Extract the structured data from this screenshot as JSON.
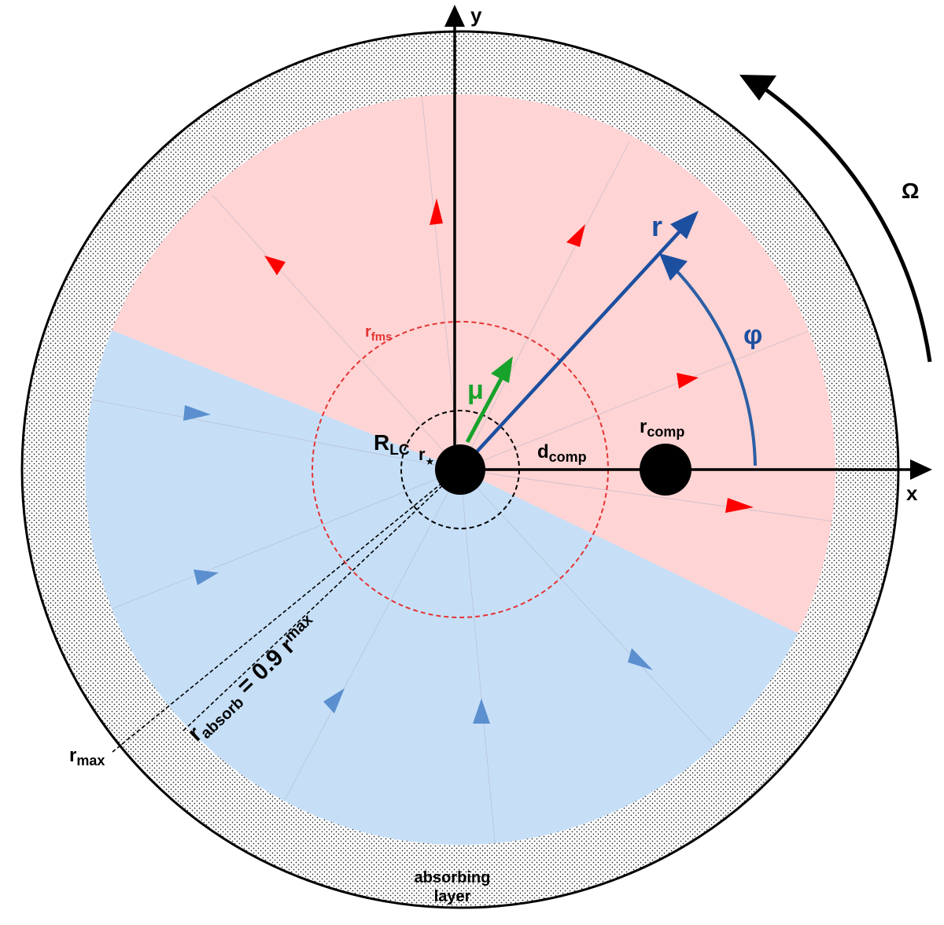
{
  "labels": {
    "axis_x": "x",
    "axis_y": "y",
    "omega": "Ω",
    "r": "r",
    "phi": "φ",
    "mu": "μ",
    "r_fms_main": "r",
    "r_fms_sub": "fms",
    "R_LC_main": "R",
    "R_LC_sub": "LC",
    "r_star_main": "r",
    "r_star_sub": "★",
    "d_comp_main": "d",
    "d_comp_sub": "comp",
    "r_comp_main": "r",
    "r_comp_sub": "comp",
    "r_absorb_main": "r",
    "r_absorb_sub": "absorb",
    "r_absorb_eq": " = 0.9 r",
    "r_absorb_eq_sub": "max",
    "r_max_main": "r",
    "r_max_sub": "max",
    "absorbing_line1": "absorbing",
    "absorbing_line2": "layer"
  },
  "colors": {
    "pink_region": "#ffd4d4",
    "blue_region": "#c6dff7",
    "red_markers": "#ff0000",
    "blue_markers": "#5b8fcf",
    "r_vector": "#1c4fa0",
    "mu_vector": "#17a32b",
    "fms_circle": "#e53333",
    "fms_label": "#e53333",
    "black": "#000000"
  }
}
